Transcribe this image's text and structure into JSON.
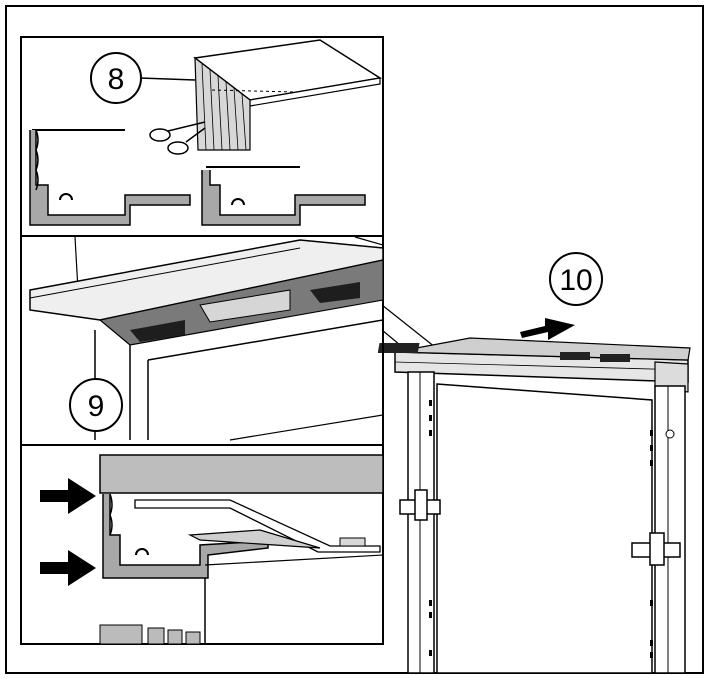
{
  "callouts": {
    "step_8": "8",
    "step_9": "9",
    "step_10": "10"
  },
  "icons": [
    "scissors-icon",
    "arrow-right-icon"
  ],
  "colors": {
    "line": "#000000",
    "panel_fill": "#ffffff",
    "gasket_fill": "#9a9a9a",
    "cover_fill": "#c8c8c8",
    "dark_tab": "#222222"
  }
}
